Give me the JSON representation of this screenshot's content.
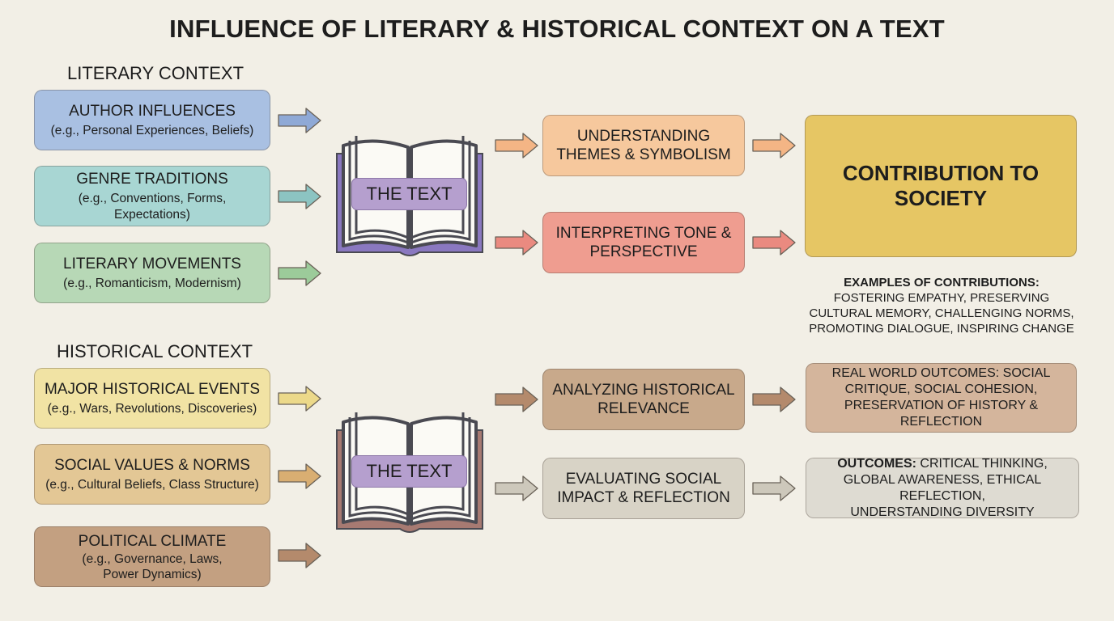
{
  "title": "INFLUENCE OF LITERARY & HISTORICAL CONTEXT ON A TEXT",
  "literary": {
    "heading": "LITERARY CONTEXT",
    "items": [
      {
        "main": "AUTHOR INFLUENCES",
        "sub": "(e.g., Personal Experiences, Beliefs)",
        "color": "#a9c0e2"
      },
      {
        "main": "GENRE TRADITIONS",
        "sub": "(e.g., Conventions, Forms, Expectations)",
        "color": "#a8d6d3"
      },
      {
        "main": "LITERARY MOVEMENTS",
        "sub": "(e.g., Romanticism, Modernism)",
        "color": "#b7d8b6"
      }
    ]
  },
  "historical": {
    "heading": "HISTORICAL CONTEXT",
    "items": [
      {
        "main": "MAJOR HISTORICAL EVENTS",
        "sub": "(e.g., Wars, Revolutions, Discoveries)",
        "color": "#f1e3a4"
      },
      {
        "main": "SOCIAL VALUES & NORMS",
        "sub": "(e.g., Cultural Beliefs, Class Structure)",
        "color": "#e3c795"
      },
      {
        "main": "POLITICAL CLIMATE",
        "sub_line1": "(e.g., Governance, Laws,",
        "sub_line2": "Power Dynamics)",
        "color": "#c3a081"
      }
    ]
  },
  "text_node": {
    "label": "THE TEXT"
  },
  "processes": {
    "themes": {
      "line1": "UNDERSTANDING",
      "line2": "THEMES & SYMBOLISM",
      "color": "#f6c89d"
    },
    "tone": {
      "line1": "INTERPRETING TONE &",
      "line2": "PERSPECTIVE",
      "color": "#ef9d90"
    },
    "historical": {
      "line1": "ANALYZING HISTORICAL",
      "line2": "RELEVANCE",
      "color": "#c8a98b"
    },
    "social": {
      "line1": "EVALUATING SOCIAL",
      "line2": "IMPACT & REFLECTION",
      "color": "#d8d3c6"
    }
  },
  "contribution": {
    "line1": "CONTRIBUTION TO",
    "line2": "SOCIETY",
    "color": "#e6c664"
  },
  "examples": {
    "heading": "EXAMPLES OF CONTRIBUTIONS:",
    "line1": "FOSTERING EMPATHY, PRESERVING",
    "line2": "CULTURAL MEMORY, CHALLENGING NORMS,",
    "line3": "PROMOTING DIALOGUE, INSPIRING CHANGE"
  },
  "outcomes": {
    "real_world": {
      "label": "REAL WORLD OUTCOMES:",
      "line1_rest": " SOCIAL",
      "line2": "CRITIQUE, SOCIAL COHESION,",
      "line3": "PRESERVATION OF HISTORY & REFLECTION",
      "color": "#d4b59c"
    },
    "general": {
      "label": "OUTCOMES:",
      "line1_rest": " CRITICAL THINKING,",
      "line2": "GLOBAL AWARENESS, ETHICAL REFLECTION,",
      "line3": "UNDERSTANDING DIVERSITY",
      "color": "#dedbd2"
    }
  },
  "colors": {
    "book_top_cover": "#8a78c0",
    "book_bottom_cover": "#a77a72",
    "arrow_blue": "#8fa9d6",
    "arrow_teal": "#8cc4c2",
    "arrow_green": "#9ccb9a",
    "arrow_yellow": "#ecd98a",
    "arrow_tan": "#d9ae72",
    "arrow_brown": "#b48a6c",
    "arrow_orange": "#f4b585",
    "arrow_red": "#ea8a80",
    "arrow_grey": "#cdc8bb"
  }
}
